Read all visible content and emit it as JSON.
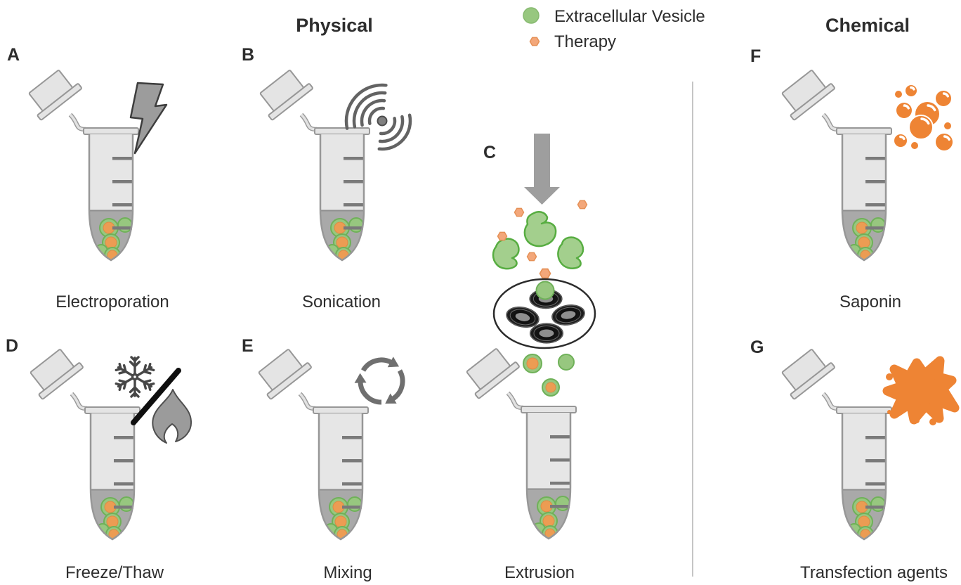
{
  "figure": {
    "title_headers": {
      "physical": "Physical",
      "chemical": "Chemical"
    },
    "legend": [
      {
        "label": "Extracellular Vesicle",
        "swatch": "circle",
        "color": "#97c77f"
      },
      {
        "label": "Therapy",
        "swatch": "hexagon-dot",
        "color": "#f3a77a"
      }
    ],
    "panels": [
      {
        "id": "A",
        "caption": "Electroporation",
        "icon": "lightning-bolt-icon",
        "column": "physical"
      },
      {
        "id": "B",
        "caption": "Sonication",
        "icon": "ultrasound-waves-icon",
        "column": "physical"
      },
      {
        "id": "C",
        "caption": "Extrusion",
        "icon": "extrusion-membrane-icon",
        "column": "physical"
      },
      {
        "id": "D",
        "caption": "Freeze/Thaw",
        "icon": "snowflake-flame-icon",
        "column": "physical"
      },
      {
        "id": "E",
        "caption": "Mixing",
        "icon": "circular-arrows-icon",
        "column": "physical"
      },
      {
        "id": "F",
        "caption": "Saponin",
        "icon": "bubbles-icon",
        "column": "chemical"
      },
      {
        "id": "G",
        "caption": "Transfection agents",
        "icon": "splat-icon",
        "column": "chemical"
      }
    ],
    "colors": {
      "vesicle_green": "#97c77f",
      "therapy_orange": "#f3a77a",
      "chemical_orange": "#ee8434",
      "tube_gray": "#e4e4e4",
      "liquid_gray": "#a9a9a9",
      "icon_gray": "#9c9c9c",
      "text": "#2d2d2d"
    }
  }
}
